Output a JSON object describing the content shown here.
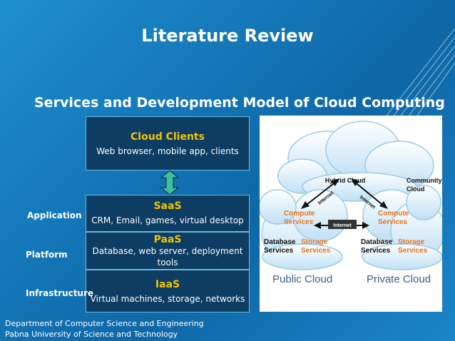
{
  "slide": {
    "title": "Literature Review",
    "subtitle": "Services and Development Model of Cloud Computing"
  },
  "stack": {
    "clients": {
      "heading": "Cloud Clients",
      "desc": "Web browser, mobile app, clients"
    },
    "saas": {
      "heading": "SaaS",
      "desc": "CRM, Email, games, virtual desktop"
    },
    "paas": {
      "heading": "PaaS",
      "desc": "Database, web server, deployment tools"
    },
    "iaas": {
      "heading": "IaaS",
      "desc": "Virtual machines, storage, networks"
    }
  },
  "layers": {
    "application": "Application",
    "platform": "Platform",
    "infrastructure": "Infrastructure"
  },
  "cloud_diagram": {
    "hybrid": "Hybrid Cloud",
    "community_line1": "Community",
    "community_line2": "Cloud",
    "internet_left": "Internet",
    "internet_middle": "Internet",
    "internet_right": "Internet",
    "public_compute_line1": "Compute",
    "public_compute_line2": "Services",
    "public_db_line1": "Database",
    "public_db_line2": "Services",
    "public_storage_line1": "Storage",
    "public_storage_line2": "Services",
    "private_compute_line1": "Compute",
    "private_compute_line2": "Services",
    "private_db_line1": "Database",
    "private_db_line2": "Services",
    "private_storage_line1": "Storage",
    "private_storage_line2": "Services",
    "public_label": "Public Cloud",
    "private_label": "Private Cloud"
  },
  "footer": {
    "line1": "Department of Computer Science and Engineering",
    "line2": "Pabna University of Science and Technology"
  },
  "colors": {
    "accent_yellow": "#f5c400",
    "box_bg": "#0d3d62",
    "label_orange": "#e8731b"
  }
}
